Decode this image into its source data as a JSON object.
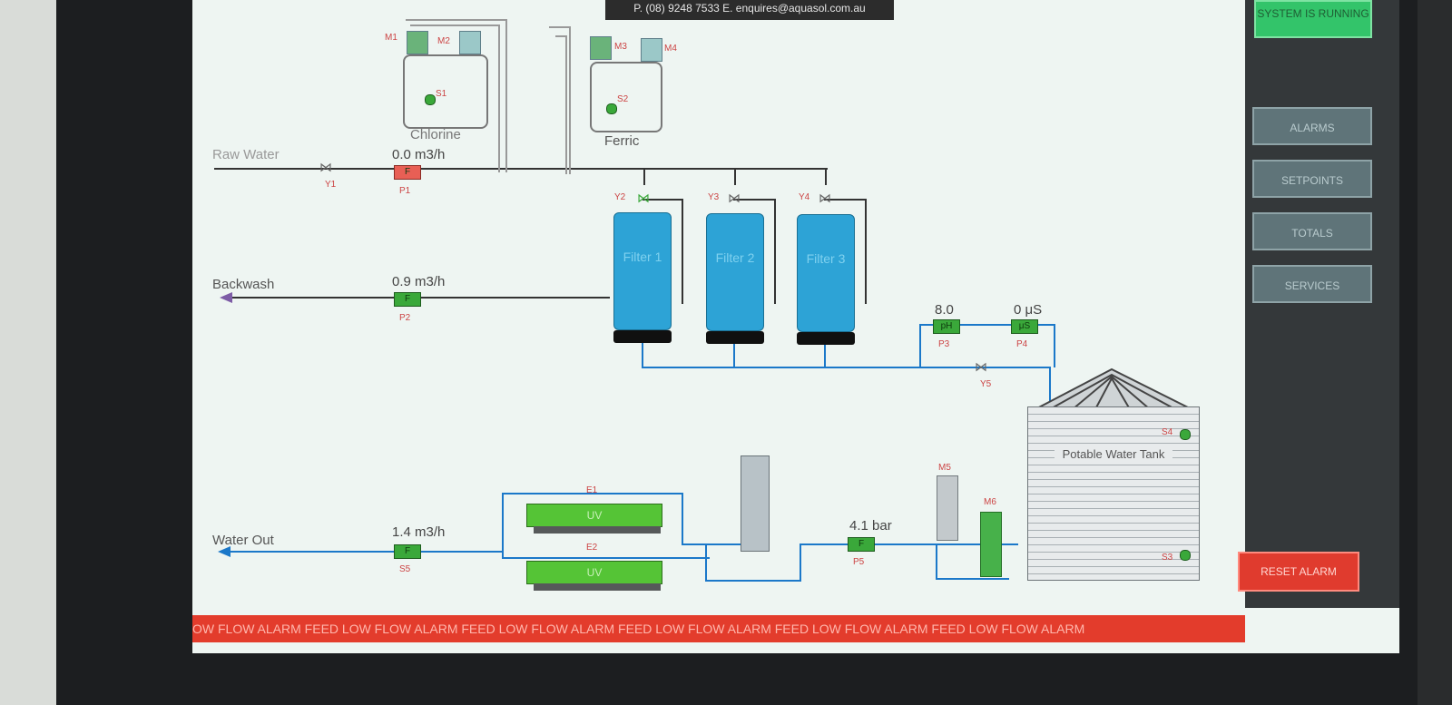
{
  "header": {
    "contact": "P. (08) 9248 7533  E. enquires@aquasol.com.au"
  },
  "side_panel": {
    "system_status": "SYSTEM IS RUNNING",
    "buttons": [
      "ALARMS",
      "SETPOINTS",
      "TOTALS",
      "SERVICES"
    ],
    "reset_alarm": "RESET ALARM"
  },
  "alarm_ticker": "OW FLOW ALARM   FEED LOW FLOW ALARM   FEED LOW FLOW ALARM   FEED LOW FLOW ALARM   FEED LOW FLOW ALARM   FEED LOW FLOW ALARM",
  "lines": {
    "raw_water": "Raw Water",
    "backwash": "Backwash",
    "water_out": "Water Out"
  },
  "readings": {
    "p1_flow": "0.0 m3/h",
    "p2_flow": "0.9 m3/h",
    "s5_flow": "1.4 m3/h",
    "ph": "8.0",
    "conductivity": "0 μS",
    "pressure": "4.1 bar"
  },
  "tags": {
    "p1": "P1",
    "p2": "P2",
    "p3": "P3",
    "p4": "P4",
    "p5": "P5",
    "s5": "S5",
    "y1": "Y1",
    "y2": "Y2",
    "y3": "Y3",
    "y4": "Y4",
    "y5": "Y5",
    "m1": "M1",
    "m2": "M2",
    "m3": "M3",
    "m4": "M4",
    "m5": "M5",
    "m6": "M6",
    "s1": "S1",
    "s2": "S2",
    "s3": "S3",
    "s4": "S4",
    "e1": "E1",
    "e2": "E2",
    "f": "F",
    "ph": "pH",
    "us": "μS"
  },
  "dosing": {
    "chlorine": "Chlorine",
    "ferric": "Ferric"
  },
  "filters": {
    "filter1": "Filter 1",
    "filter2": "Filter 2",
    "filter3": "Filter 3"
  },
  "uv": {
    "label": "UV"
  },
  "tank": {
    "label": "Potable Water Tank"
  }
}
